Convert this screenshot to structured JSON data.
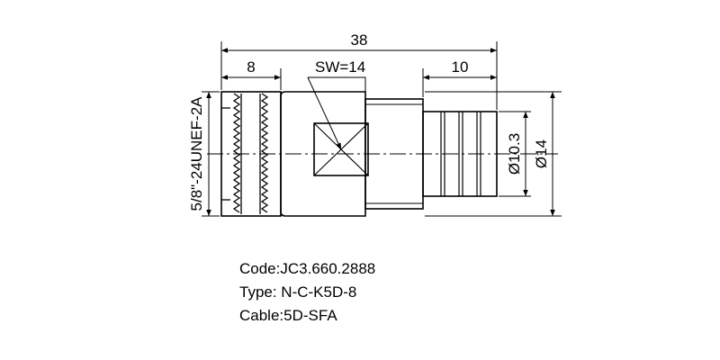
{
  "drawing": {
    "overall_length": "38",
    "thread_length": "8",
    "wrench_size": "SW=14",
    "cable_end_length": "10",
    "thread_spec": "5/8\"-24UNEF-2A",
    "inner_diameter": "Ø10.3",
    "outer_diameter": "Ø14"
  },
  "specs": {
    "code": "Code:JC3.660.2888",
    "type": "Type: N-C-K5D-8",
    "cable": "Cable:5D-SFA"
  }
}
